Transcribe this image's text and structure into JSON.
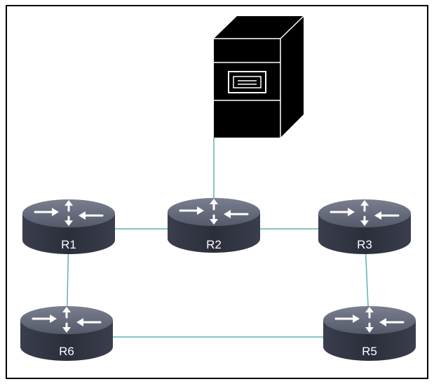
{
  "colors": {
    "frame": "#000000",
    "background": "#ffffff",
    "link": "#5fb3ad",
    "server": "#000000",
    "server_trim": "#ffffff",
    "router_top": "#6a6f80",
    "router_body": "#2e3240",
    "router_arrows": "#ffffff",
    "label_text": "#ffffff"
  },
  "diagram": {
    "server": {
      "name": "server",
      "icon": "server-tower-icon"
    },
    "routers": [
      {
        "id": "R1",
        "label": "R1",
        "icon": "router-icon"
      },
      {
        "id": "R2",
        "label": "R2",
        "icon": "router-icon"
      },
      {
        "id": "R3",
        "label": "R3",
        "icon": "router-icon"
      },
      {
        "id": "R5",
        "label": "R5",
        "icon": "router-icon"
      },
      {
        "id": "R6",
        "label": "R6",
        "icon": "router-icon"
      }
    ],
    "links": [
      {
        "from": "server",
        "to": "R2"
      },
      {
        "from": "R1",
        "to": "R2"
      },
      {
        "from": "R2",
        "to": "R3"
      },
      {
        "from": "R1",
        "to": "R6"
      },
      {
        "from": "R3",
        "to": "R5"
      },
      {
        "from": "R6",
        "to": "R5"
      }
    ]
  }
}
